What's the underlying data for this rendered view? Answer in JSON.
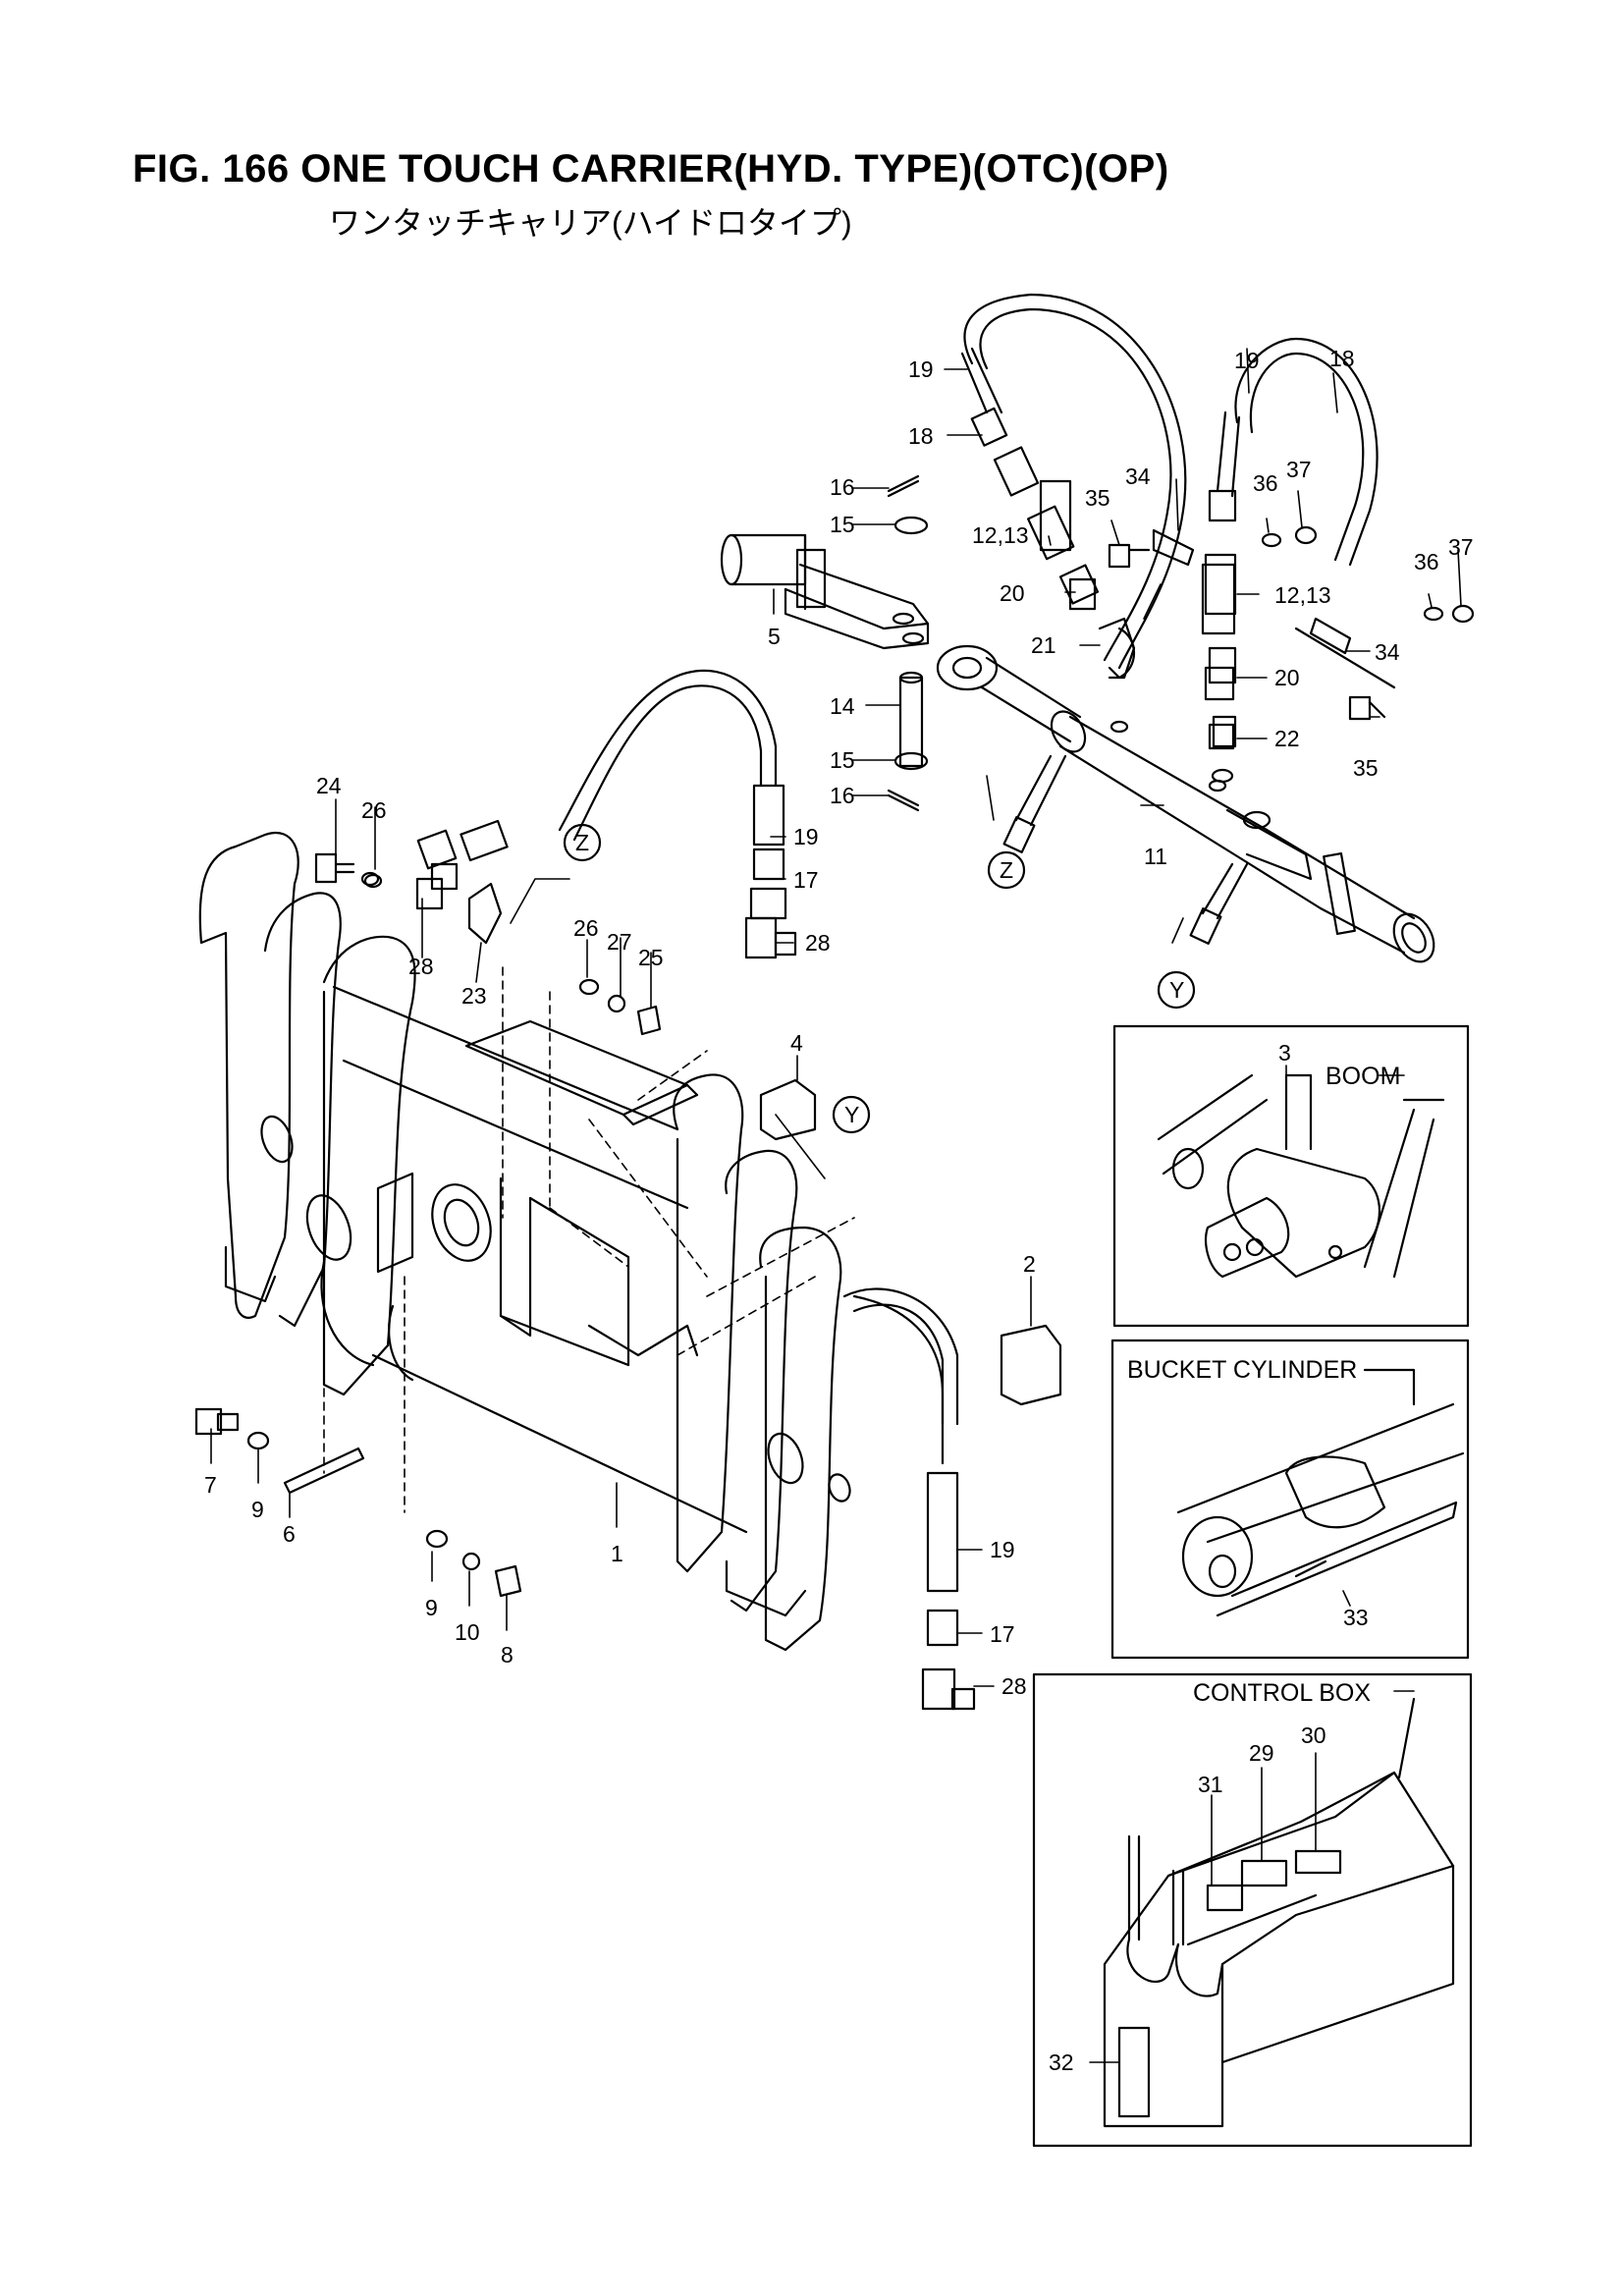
{
  "header": {
    "figure_title": "FIG. 166    ONE TOUCH CARRIER(HYD. TYPE)(OTC)(OP)",
    "figure_subtitle": "ワンタッチキャリア(ハイドロタイプ)"
  },
  "detail_boxes": {
    "boom": "BOOM",
    "bucket_cylinder": "BUCKET CYLINDER",
    "control_box": "CONTROL BOX"
  },
  "callouts": {
    "c1": "1",
    "c2": "2",
    "c3": "3",
    "c4": "4",
    "c5": "5",
    "c6": "6",
    "c7": "7",
    "c8": "8",
    "c9a": "9",
    "c9b": "9",
    "c10": "10",
    "c11": "11",
    "c12_13a": "12,13",
    "c12_13b": "12,13",
    "c14": "14",
    "c15a": "15",
    "c15b": "15",
    "c16a": "16",
    "c16b": "16",
    "c17a": "17",
    "c17b": "17",
    "c18a": "18",
    "c18b": "18",
    "c19a": "19",
    "c19b": "19",
    "c19c": "19",
    "c19d": "19",
    "c20a": "20",
    "c20b": "20",
    "c21": "21",
    "c22": "22",
    "c23": "23",
    "c24": "24",
    "c25": "25",
    "c26a": "26",
    "c26b": "26",
    "c27": "27",
    "c28a": "28",
    "c28b": "28",
    "c28c": "28",
    "c29": "29",
    "c30": "30",
    "c31": "31",
    "c32": "32",
    "c33": "33",
    "c34a": "34",
    "c34b": "34",
    "c35a": "35",
    "c35b": "35",
    "c36a": "36",
    "c36b": "36",
    "c37a": "37",
    "c37b": "37"
  },
  "connection_markers": {
    "z_top": "Z",
    "z_left": "Z",
    "y_bottom": "Y",
    "y_frame": "Y"
  }
}
